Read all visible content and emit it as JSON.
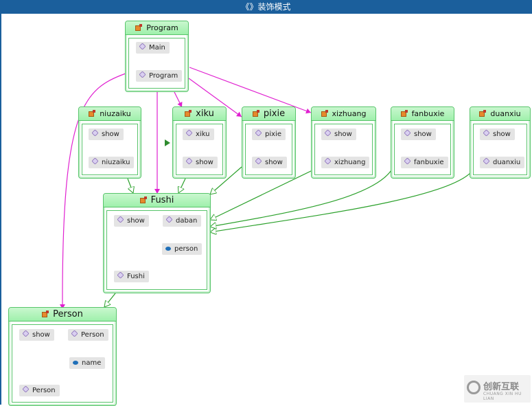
{
  "window": {
    "title": "《》装饰模式"
  },
  "nodes": {
    "program": {
      "title": "Program",
      "members": [
        {
          "label": "Main",
          "kind": "method"
        },
        {
          "label": "Program",
          "kind": "method"
        }
      ]
    },
    "niuzaiku": {
      "title": "niuzaiku",
      "members": [
        {
          "label": "show",
          "kind": "method"
        },
        {
          "label": "niuzaiku",
          "kind": "method"
        }
      ]
    },
    "xiku": {
      "title": "xiku",
      "members": [
        {
          "label": "xiku",
          "kind": "method"
        },
        {
          "label": "show",
          "kind": "method"
        }
      ]
    },
    "pixie": {
      "title": "pixie",
      "members": [
        {
          "label": "pixie",
          "kind": "method"
        },
        {
          "label": "show",
          "kind": "method"
        }
      ]
    },
    "xizhuang": {
      "title": "xizhuang",
      "members": [
        {
          "label": "show",
          "kind": "method"
        },
        {
          "label": "xizhuang",
          "kind": "method"
        }
      ]
    },
    "fanbuxie": {
      "title": "fanbuxie",
      "members": [
        {
          "label": "show",
          "kind": "method"
        },
        {
          "label": "fanbuxie",
          "kind": "method"
        }
      ]
    },
    "duanxiu": {
      "title": "duanxiu",
      "members": [
        {
          "label": "show",
          "kind": "method"
        },
        {
          "label": "duanxiu",
          "kind": "method"
        }
      ]
    },
    "fushi": {
      "title": "Fushi",
      "members": [
        {
          "label": "show",
          "kind": "method"
        },
        {
          "label": "daban",
          "kind": "method"
        },
        {
          "label": "person",
          "kind": "field"
        },
        {
          "label": "Fushi",
          "kind": "method"
        }
      ]
    },
    "person": {
      "title": "Person",
      "members": [
        {
          "label": "show",
          "kind": "method"
        },
        {
          "label": "Person",
          "kind": "method"
        },
        {
          "label": "name",
          "kind": "field"
        },
        {
          "label": "Person",
          "kind": "method"
        }
      ]
    }
  },
  "colors": {
    "inheritance": "#2aa02a",
    "usage": "#e020d0",
    "member_ref": "#2aa6e0",
    "node_border": "#57c46a",
    "titlebar": "#1b5f9c"
  },
  "icons": {
    "class": "class-icon",
    "method": "method-icon",
    "field": "field-icon"
  },
  "watermark": {
    "text": "创新互联",
    "sub": "CHUANG XIN HU LIAN"
  }
}
